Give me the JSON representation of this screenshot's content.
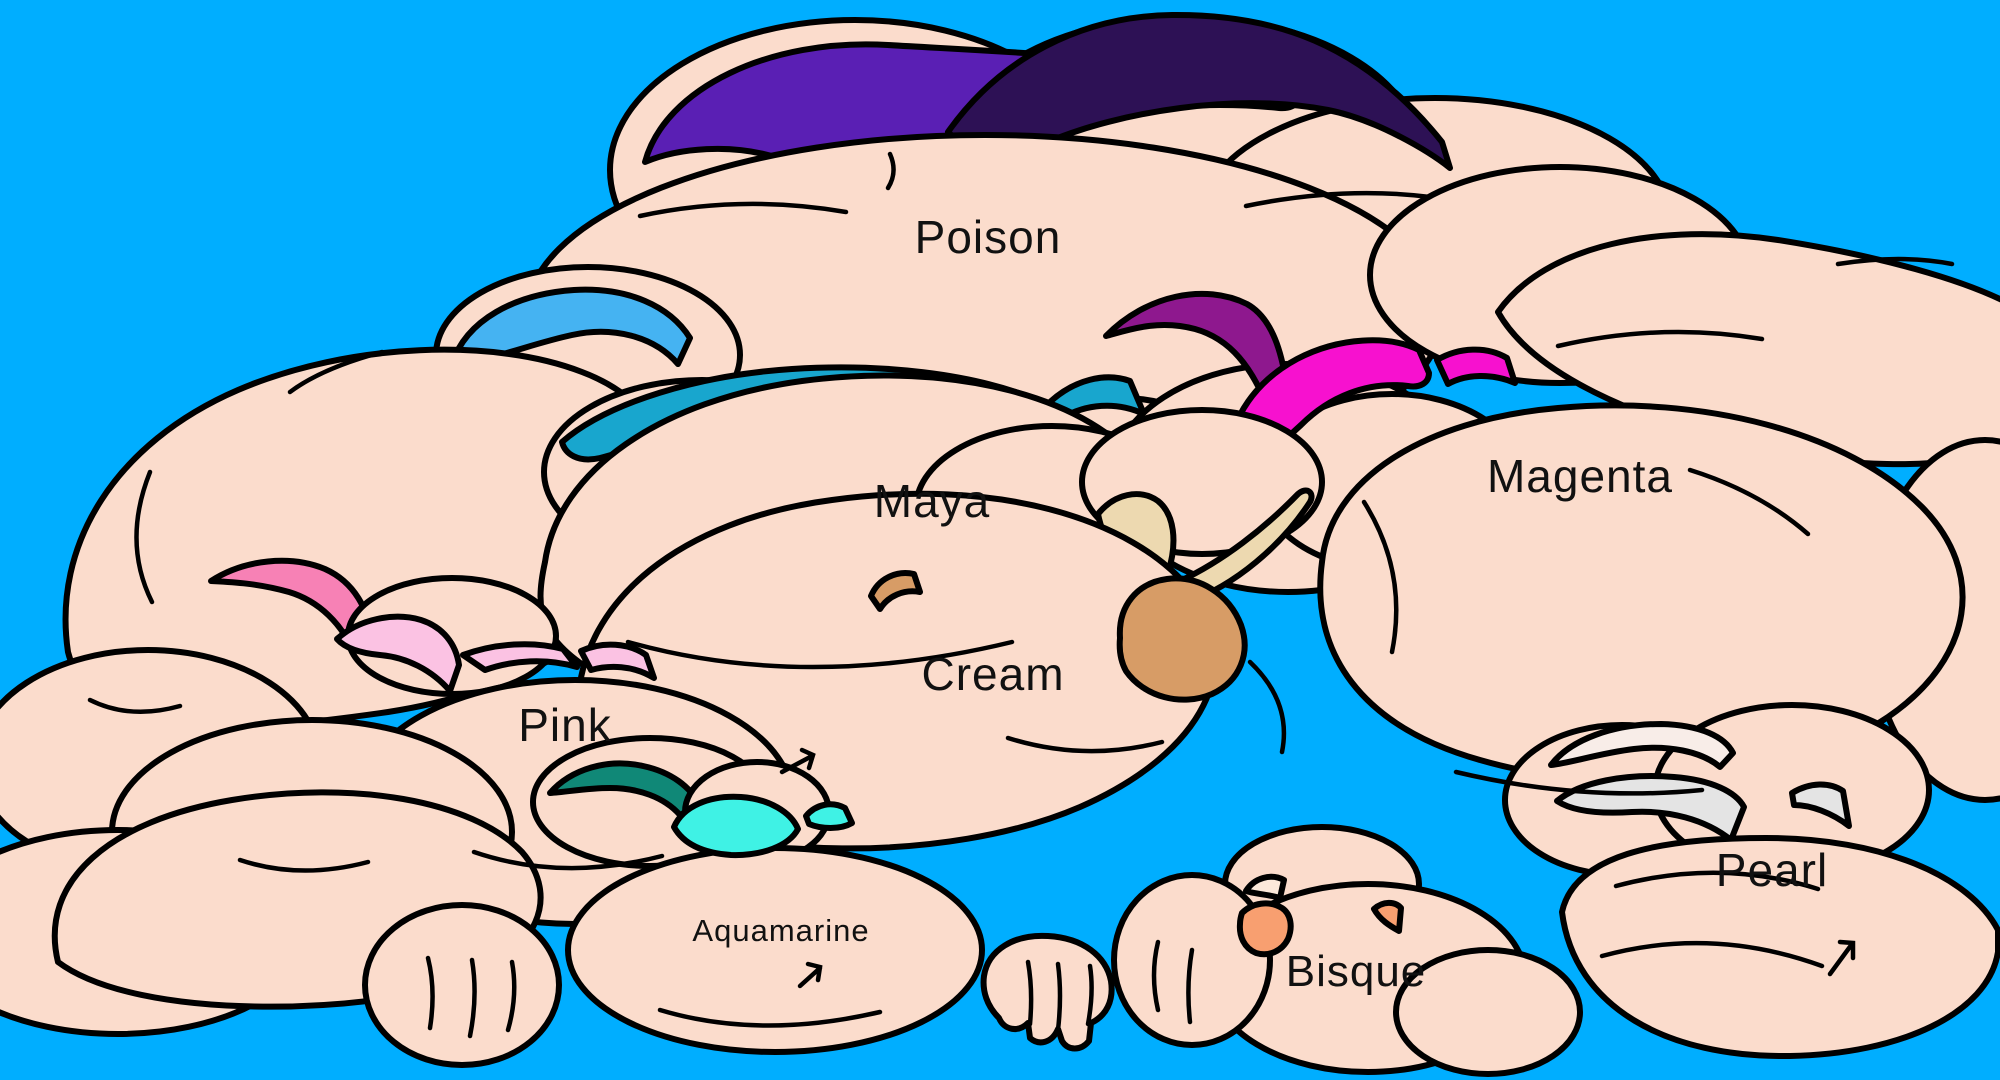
{
  "colors": {
    "background": "#00AEFF",
    "skin": "#FBDCCC",
    "outline": "#000000",
    "poison_bright": "#5A1FB4",
    "poison_dark": "#2D1155",
    "maya_light": "#45B3F2",
    "maya": "#18A6CE",
    "magenta_dark": "#8E188E",
    "magenta": "#F711CF",
    "pink_dark": "#F781B5",
    "pink": "#FBC2E3",
    "cream": "#EDD9B0",
    "cream_tan": "#D79C66",
    "aquamarine_dark": "#108877",
    "aquamarine": "#3FF2E5",
    "bisque_light": "#FCE9DA",
    "bisque_orange": "#F89F70",
    "pearl": "#F8EDE8",
    "pearl_gray": "#E4E4E4"
  },
  "labels": {
    "poison": "Poison",
    "maya": "Maya",
    "magenta": "Magenta",
    "pink": "Pink",
    "cream": "Cream",
    "aquamarine": "Aquamarine",
    "bisque": "Bisque",
    "pearl": "Pearl"
  }
}
